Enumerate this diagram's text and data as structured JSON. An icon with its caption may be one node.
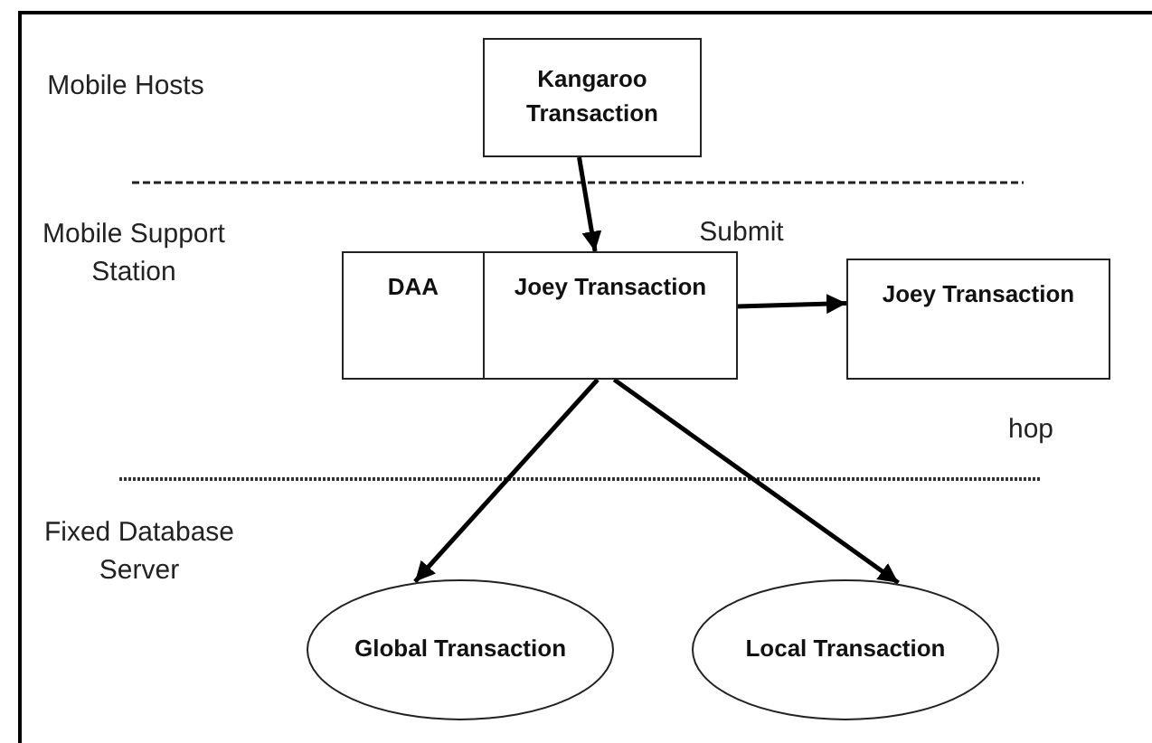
{
  "diagram": {
    "nodes": [
      {
        "text": [
          "Kangaroo Transaction"
        ]
      },
      {
        "text": [
          "DAA"
        ]
      },
      {
        "text": [
          "Joey Transaction"
        ]
      },
      {
        "text": [
          "Joey Transaction"
        ]
      },
      {
        "text": [
          "Global Transaction"
        ]
      },
      {
        "text": [
          "Local Transaction"
        ]
      }
    ],
    "edges": [
      {
        "from": 0,
        "to": 2,
        "arrow": "to"
      },
      {
        "from": 2,
        "to": 3,
        "arrow": "to"
      },
      {
        "from": 2,
        "to": 4,
        "arrow": "to"
      },
      {
        "from": 2,
        "to": 5,
        "arrow": "to"
      }
    ],
    "labels": [
      "Mobile Hosts",
      "Mobile Support Station",
      "Submit",
      "hop",
      "Fixed Database Server"
    ]
  }
}
